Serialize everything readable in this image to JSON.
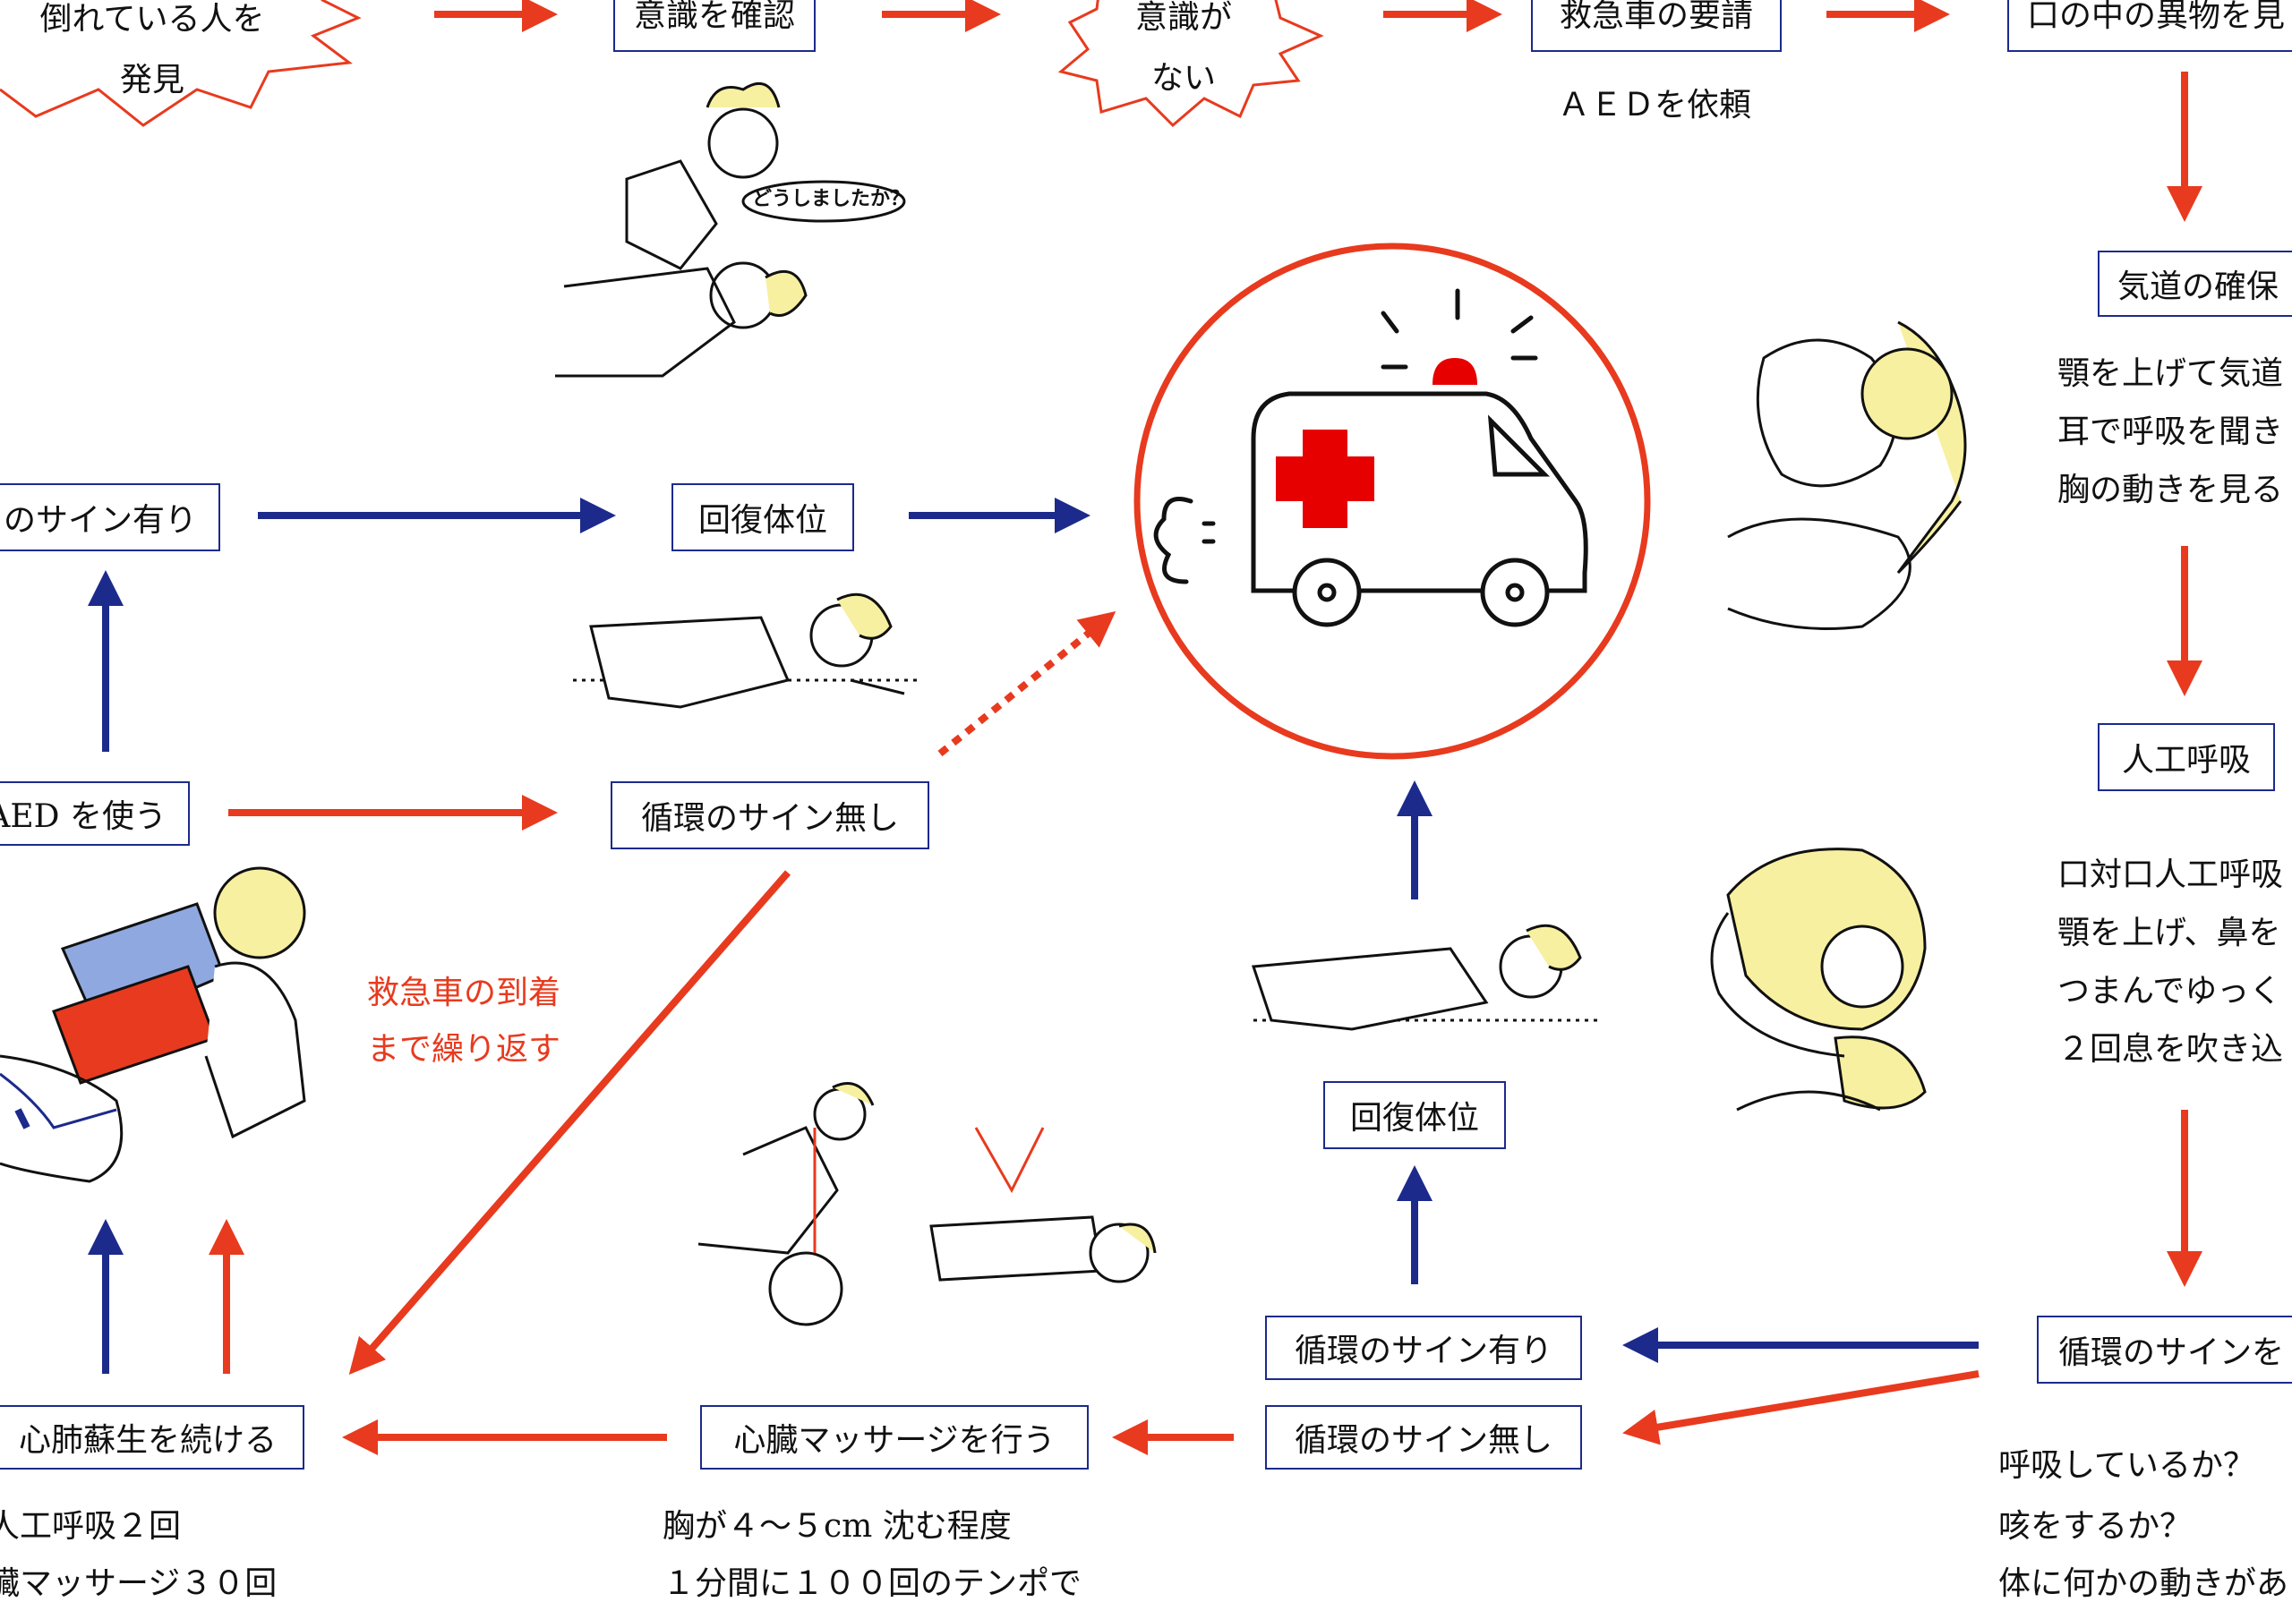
{
  "diagram": {
    "steps": {
      "found_person": "倒れている人を発見",
      "check_consciousness": "意識を確認",
      "unconscious": "意識がない",
      "call_ambulance": "救急車の要請",
      "mouth_check": "口の中の異物を見",
      "airway": "気道の確保",
      "rescue_breath": "人工呼吸",
      "circulation_check": "循環のサインを",
      "circ_yes_right": "循環のサイン有り",
      "circ_no_right": "循環のサイン無し",
      "recovery_right": "回復体位",
      "cardiac_massage": "心臓マッサージを行う",
      "continue_cpr": "心肺蘇生を続ける",
      "use_aed": "AED を使う",
      "circ_no_mid": "循環のサイン無し",
      "recovery_mid": "回復体位",
      "circ_yes_left": "のサイン有り"
    },
    "notes": {
      "aed_request": "ＡＥＤを依頼",
      "airway_1": "顎を上げて気道",
      "airway_2": "耳で呼吸を聞き",
      "airway_3": "胸の動きを見る",
      "breath_1": "口対口人工呼吸",
      "breath_2": "顎を上げ、鼻を",
      "breath_3": "つまんでゆっく",
      "breath_4": "２回息を吹き込",
      "repeat_1": "救急車の到着",
      "repeat_2": "まで繰り返す",
      "circ_q1": "呼吸しているか？",
      "circ_q2": "咳をするか？",
      "circ_q3": "体に何かの動きがあ",
      "cpr_1": "人工呼吸２回",
      "cpr_2": "臓マッサージ３０回",
      "massage_1": "胸が４～５cm 沈む程度",
      "massage_2": "１分間に１００回のテンポで"
    },
    "speech_bubble": "どうしましたか？",
    "colors": {
      "red": "#e83a1e",
      "blue": "#1c2a8c",
      "yellow": "#f7f0a0",
      "aed_blue": "#8fa8e0"
    }
  }
}
